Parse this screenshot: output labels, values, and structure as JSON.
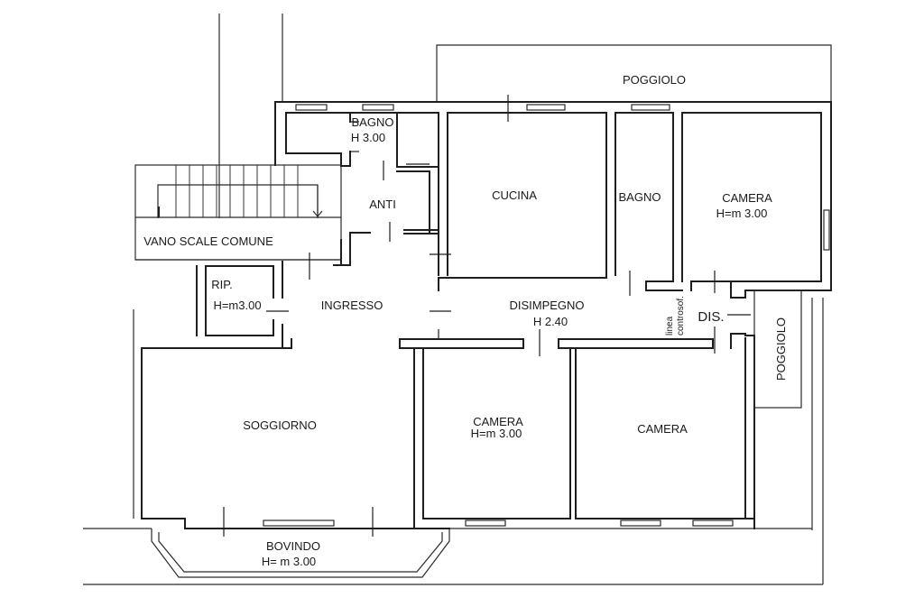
{
  "rooms": {
    "poggiolo_top": "POGGIOLO",
    "bagno_small": "BAGNO",
    "bagno_small_h": "H 3.00",
    "anti": "ANTI",
    "cucina": "CUCINA",
    "bagno": "BAGNO",
    "camera_ne": "CAMERA",
    "camera_ne_h": "H=m 3.00",
    "vano_scale": "VANO SCALE COMUNE",
    "rip": "RIP.",
    "rip_h": "H=m3.00",
    "ingresso": "INGRESSO",
    "disimpegno": "DISIMPEGNO",
    "disimpegno_h": "H 2.40",
    "linea_1": "linea",
    "linea_2": "controsof.",
    "dis": "DIS.",
    "poggiolo_right": "POGGIOLO",
    "soggiorno": "SOGGIORNO",
    "camera_mid": "CAMERA",
    "camera_mid_h": "H=m 3.00",
    "camera_se": "CAMERA",
    "bovindo": "BOVINDO",
    "bovindo_h": "H= m 3.00"
  }
}
